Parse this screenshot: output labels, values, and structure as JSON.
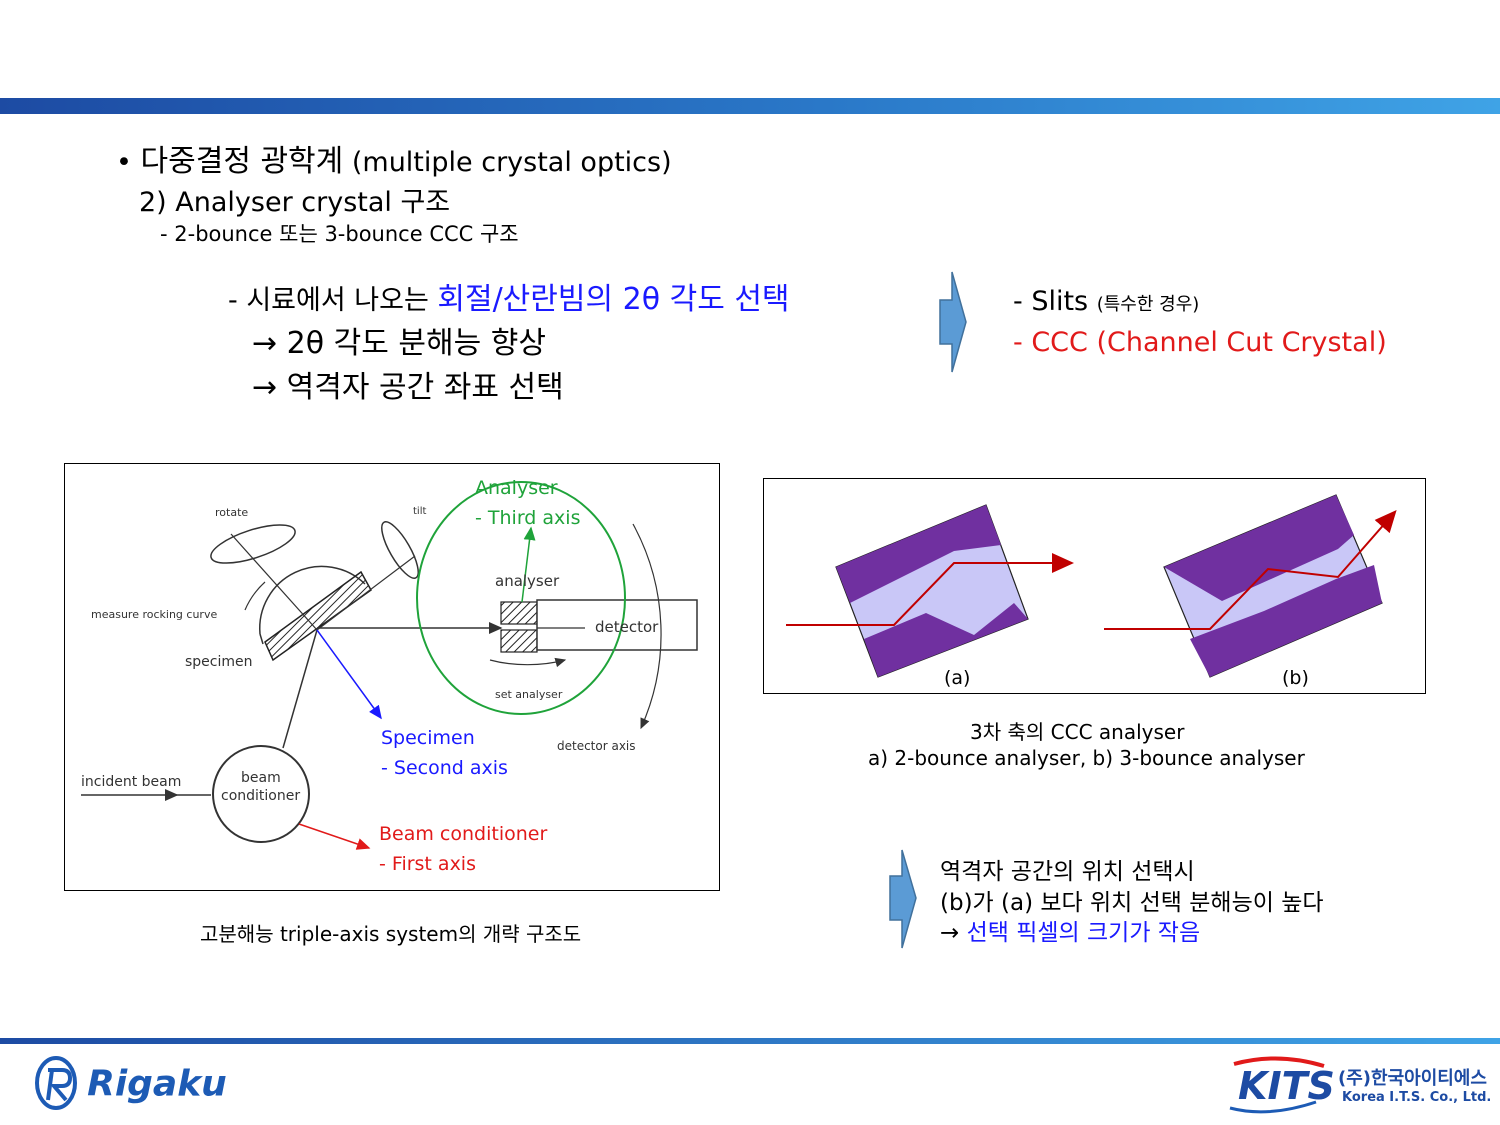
{
  "bullet": {
    "title_ko": "다중결정 광학계",
    "title_en": "(multiple crystal optics)",
    "sub": "2) Analyser crystal 구조",
    "sub2": "- 2-bounce 또는 3-bounce CCC 구조"
  },
  "selection": {
    "line1_prefix": "- 시료에서 나오는 ",
    "line1_highlight": "회절/산란빔의 2θ 각도 선택",
    "line2": "→ 2θ 각도 분해능 향상",
    "line3": "→ 역격자 공간 좌표 선택"
  },
  "options": {
    "slits": "- Slits",
    "slits_note": "(특수한 경우)",
    "ccc": "- CCC (Channel Cut Crystal)"
  },
  "diagram1": {
    "rotate": "rotate",
    "tilt": "tilt",
    "measure": "measure rocking curve",
    "specimen": "specimen",
    "analyser": "analyser",
    "detector": "detector",
    "set_analyser": "set analyser",
    "detector_axis": "detector axis",
    "incident_beam": "incident beam",
    "beam": "beam",
    "conditioner": "conditioner",
    "ann_analyser_1": "Analyser",
    "ann_analyser_2": "- Third axis",
    "ann_specimen_1": "Specimen",
    "ann_specimen_2": "- Second axis",
    "ann_beam_1": "Beam conditioner",
    "ann_beam_2": "- First axis",
    "caption": "고분해능 triple-axis system의 개략 구조도"
  },
  "diagram2": {
    "label_a": "(a)",
    "label_b": "(b)",
    "caption1": "3차 축의 CCC analyser",
    "caption2": "a) 2-bounce analyser, b) 3-bounce analyser"
  },
  "note": {
    "line1": "역격자 공간의 위치 선택시",
    "line2": "(b)가 (a) 보다 위치 선택 분해능이 높다",
    "line3_arrow": "→ ",
    "line3_highlight": "선택 픽셀의 크기가 작음"
  },
  "footer": {
    "rigaku": "Rigaku",
    "kits": "KITS",
    "company_ko": "(주)한국아이티에스",
    "company_en": "Korea I.T.S. Co., Ltd."
  },
  "colors": {
    "crystal_purple": "#7030a0",
    "crystal_light": "#c9c7f7",
    "beam_red": "#c00000",
    "arrow_blue": "#5b9bd5"
  }
}
